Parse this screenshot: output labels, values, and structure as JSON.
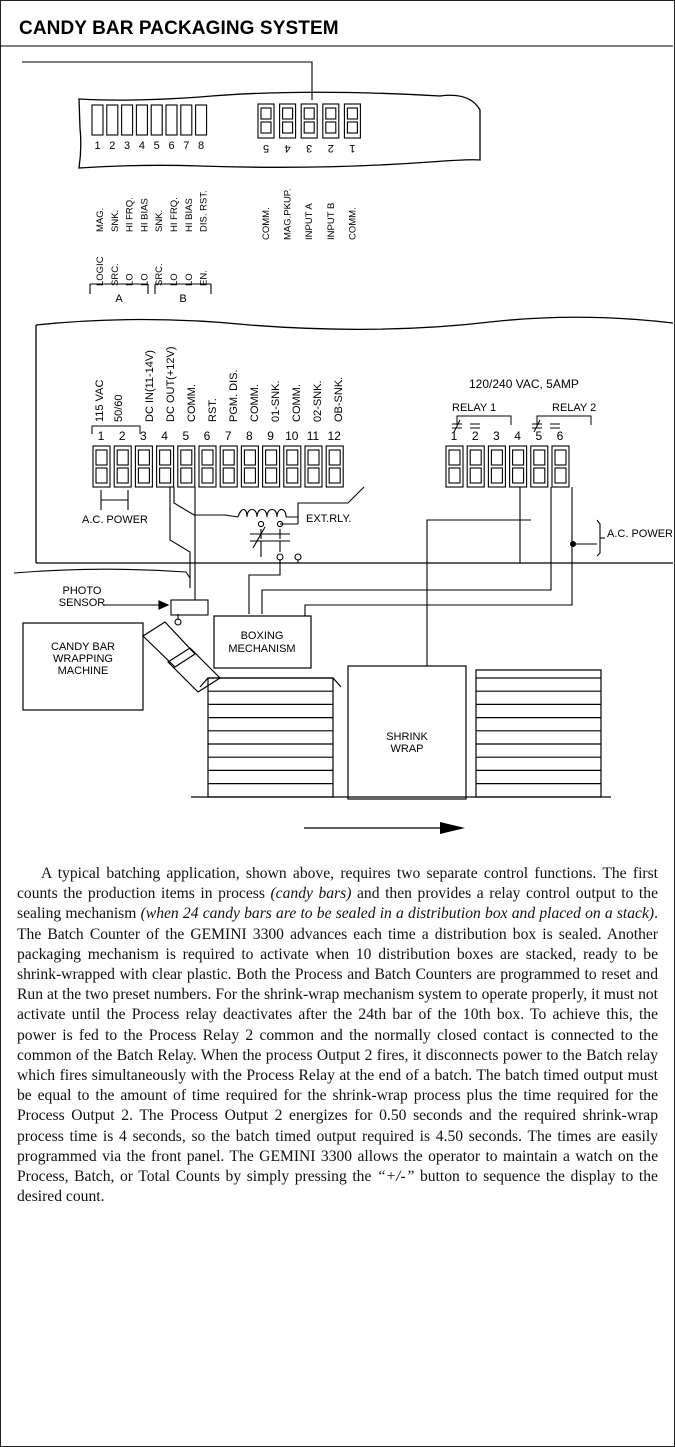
{
  "title": "CANDY BAR PACKAGING SYSTEM",
  "diagram": {
    "dip_switch_numbers": [
      "1",
      "2",
      "3",
      "4",
      "5",
      "6",
      "7",
      "8"
    ],
    "input_numbers": [
      "5",
      "4",
      "3",
      "2",
      "1"
    ],
    "dip_labels": [
      "MAG.",
      "SNK.",
      "HI FRQ.",
      "HI BIAS",
      "SNK.",
      "HI FRQ.",
      "HI BIAS",
      "DIS. RST."
    ],
    "dip_row2_labels": [
      "LOGIC",
      "SRC.",
      "LO",
      "LO",
      "SRC.",
      "LO",
      "LO",
      "EN."
    ],
    "group_a": "A",
    "group_b": "B",
    "input_labels": [
      "COMM.",
      "MAG.PKUP.",
      "INPUT A",
      "INPUT B",
      "COMM."
    ],
    "main_labels": [
      "115 VAC 50/60",
      "DC IN(11-14V)",
      "DC OUT(+12V)",
      "COMM.",
      "RST.",
      "PGM. DIS.",
      "COMM.",
      "01-SNK.",
      "COMM.",
      "02-SNK.",
      "OB-SNK."
    ],
    "main_terminal_numbers": [
      "1",
      "2",
      "3",
      "4",
      "5",
      "6",
      "7",
      "8",
      "9",
      "10",
      "11",
      "12"
    ],
    "relay_rating": "120/240 VAC, 5AMP",
    "relay_1": "RELAY 1",
    "relay_2": "RELAY 2",
    "relay_terminal_numbers": [
      "1",
      "2",
      "3",
      "4",
      "5",
      "6"
    ],
    "ac_power_left": "A.C. POWER",
    "ac_power_right": "A.C. POWER",
    "ext_rly": "EXT.RLY.",
    "photo_sensor": "PHOTO SENSOR",
    "boxing_mechanism": "BOXING MECHANISM",
    "candy_bar_machine": "CANDY BAR WRAPPING MACHINE",
    "shrink_wrap": "SHRINK WRAP"
  },
  "body": {
    "p1_a": "A typical batching application, shown above, requires two separate control functions. The first counts the production items in process ",
    "p1_i1": "(candy bars)",
    "p1_b": " and then provides a relay control output to the sealing mechanism ",
    "p1_i2": "(when 24 candy bars are to be sealed in a distribution box and placed on a stack)",
    "p1_c": ". The Batch Counter of the GEMINI 3300 advances each time a distribution box is sealed. Another packaging mechanism is required to activate when 10 distribution boxes are stacked, ready to be shrink-wrapped with clear plastic. Both the Process and Batch Counters are programmed to reset and Run at the two preset numbers. For the shrink-wrap mechanism system to operate properly, it must not activate until the Process relay deactivates after the 24th bar of the 10th box. To achieve this, the power is fed to the Process Relay 2 common and the normally closed contact is connected to the common of the Batch Relay. When the process Output 2 fires, it disconnects power to the Batch relay which fires simultaneously with the Process Relay at the end of a batch. The batch timed output must be equal to the amount of time required for the shrink-wrap process plus the time required for the Process Output 2. The Process Output 2 energizes for 0.50 seconds and the required shrink-wrap process time is 4 seconds, so the batch timed output required is 4.50 seconds. The times are easily programmed via the front panel. The GEMINI 3300 allows the operator to maintain a watch on the Process, Batch, or Total Counts by simply pressing the ",
    "p1_i3": "“+/-”",
    "p1_d": " button to sequence the display to the desired count."
  }
}
